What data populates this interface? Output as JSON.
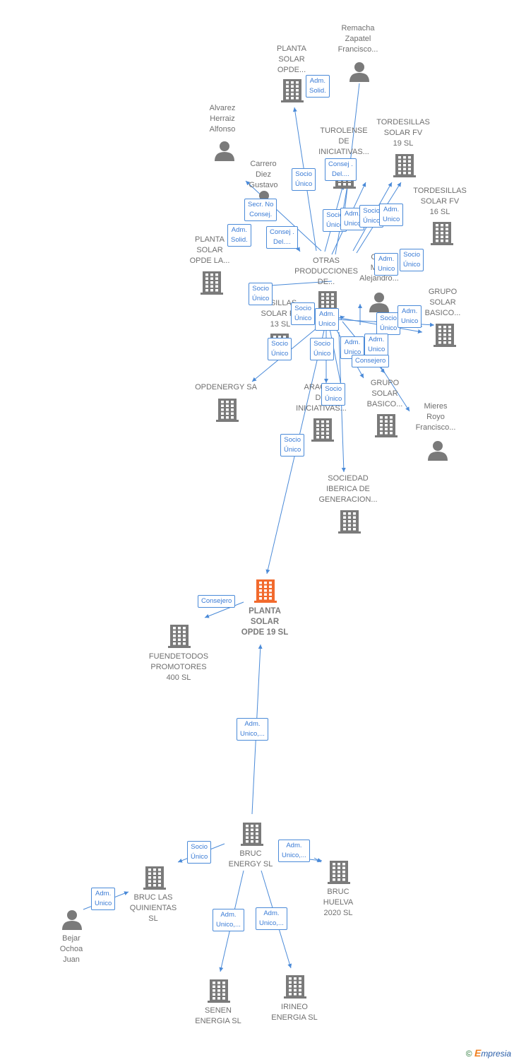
{
  "colors": {
    "edge": "#4a8ad8",
    "node": "#7a7a7a",
    "main_node": "#f26a2d"
  },
  "nodes": [
    {
      "id": "planta19",
      "type": "building",
      "main": true,
      "label": "PLANTA\nSOLAR\nOPDE 19  SL"
    },
    {
      "id": "remacha",
      "type": "person",
      "label": "Remacha\nZapatel\nFrancisco..."
    },
    {
      "id": "plantaOpde",
      "type": "building",
      "label": "PLANTA\nSOLAR\nOPDE..."
    },
    {
      "id": "alvarez",
      "type": "person",
      "label": "Alvarez\nHerraiz\nAlfonso"
    },
    {
      "id": "turolense",
      "type": "building",
      "label": "TUROLENSE\nDE\nINICIATIVAS..."
    },
    {
      "id": "tord19",
      "type": "building",
      "label": "TORDESILLAS\nSOLAR FV\n19 SL"
    },
    {
      "id": "carrero",
      "type": "person",
      "label": "Carrero\nDiez\nGustavo"
    },
    {
      "id": "tord16",
      "type": "building",
      "label": "TORDESILLAS\nSOLAR FV\n16 SL"
    },
    {
      "id": "plantaLa",
      "type": "building",
      "label": "PLANTA\nSOLAR\nOPDE LA..."
    },
    {
      "id": "otras",
      "type": "building",
      "label": "OTRAS\nPRODUCCIONES\nDE..."
    },
    {
      "id": "chema",
      "type": "person",
      "label": "Ch...\nMa...\nAlejandro..."
    },
    {
      "id": "tord13",
      "type": "building",
      "label": "...SILLAS\nSOLAR F...\n13 SL"
    },
    {
      "id": "grupoTop",
      "type": "building",
      "label": "GRUPO\nSOLAR\nBASICO..."
    },
    {
      "id": "opdenergy",
      "type": "building",
      "label": "OPDENERGY SA"
    },
    {
      "id": "aragon",
      "type": "building",
      "label": "ARAGO...\nD...\nINICIATIVAS..."
    },
    {
      "id": "grupoMid",
      "type": "building",
      "label": "GRUPO\nSOLAR\nBASICO..."
    },
    {
      "id": "mieres",
      "type": "person",
      "label": "Mieres\nRoyo\nFrancisco..."
    },
    {
      "id": "sociedad",
      "type": "building",
      "label": "SOCIEDAD\nIBERICA DE\nGENERACION..."
    },
    {
      "id": "fuendetodos",
      "type": "building",
      "label": "FUENDETODOS\nPROMOTORES\n400  SL"
    },
    {
      "id": "bruc",
      "type": "building",
      "label": "BRUC\nENERGY  SL"
    },
    {
      "id": "brucLas",
      "type": "building",
      "label": "BRUC LAS\nQUINIENTAS\nSL"
    },
    {
      "id": "brucHuelva",
      "type": "building",
      "label": "BRUC\nHUELVA\n2020  SL"
    },
    {
      "id": "bejar",
      "type": "person",
      "label": "Bejar\nOchoa\nJuan"
    },
    {
      "id": "senen",
      "type": "building",
      "label": "SENEN\nENERGIA SL"
    },
    {
      "id": "irineo",
      "type": "building",
      "label": "IRINEO\nENERGIA SL"
    }
  ],
  "edge_labels": [
    {
      "id": "e1",
      "text": "Adm.\nSolid."
    },
    {
      "id": "e2",
      "text": "Socio\nÚnico"
    },
    {
      "id": "e3",
      "text": "Consej .\nDel...."
    },
    {
      "id": "e4",
      "text": "Secr.  No\nConsej."
    },
    {
      "id": "e5",
      "text": "Adm.\nSolid."
    },
    {
      "id": "e6",
      "text": "Consej .\nDel...."
    },
    {
      "id": "e7",
      "text": "Socio\nÚnico"
    },
    {
      "id": "e8",
      "text": "Adm.\nUnico"
    },
    {
      "id": "e9",
      "text": "Socio\nÚnico"
    },
    {
      "id": "e10",
      "text": "Adm.\nUnico"
    },
    {
      "id": "e11",
      "text": "Socio\nÚnico"
    },
    {
      "id": "e12",
      "text": "Adm.\nUnico"
    },
    {
      "id": "e13",
      "text": "Socio\nÚnico"
    },
    {
      "id": "e14",
      "text": "Socio\nÚnico"
    },
    {
      "id": "e15",
      "text": "Adm.\nUnico"
    },
    {
      "id": "e16",
      "text": "Socio\nÚnico"
    },
    {
      "id": "e17",
      "text": "Adm.\nUnico"
    },
    {
      "id": "e18",
      "text": "Socio\nÚnico"
    },
    {
      "id": "e19",
      "text": "Socio\nÚnico"
    },
    {
      "id": "e20",
      "text": "Adm.\nUnico"
    },
    {
      "id": "e21",
      "text": "Adm.\nUnico"
    },
    {
      "id": "e22",
      "text": "Consejero"
    },
    {
      "id": "e23",
      "text": "Socio\nÚnico"
    },
    {
      "id": "e24",
      "text": "Socio\nÚnico"
    },
    {
      "id": "e25",
      "text": "Consejero"
    },
    {
      "id": "e26",
      "text": "Adm.\nUnico,..."
    },
    {
      "id": "e27",
      "text": "Socio\nÚnico"
    },
    {
      "id": "e28",
      "text": "Adm.\nUnico,..."
    },
    {
      "id": "e29",
      "text": "Adm.\nUnico"
    },
    {
      "id": "e30",
      "text": "Adm.\nUnico,..."
    },
    {
      "id": "e31",
      "text": "Adm.\nUnico,..."
    }
  ],
  "footer": {
    "copyright": "©",
    "brand_e": "E",
    "brand_rest": "mpresia"
  }
}
